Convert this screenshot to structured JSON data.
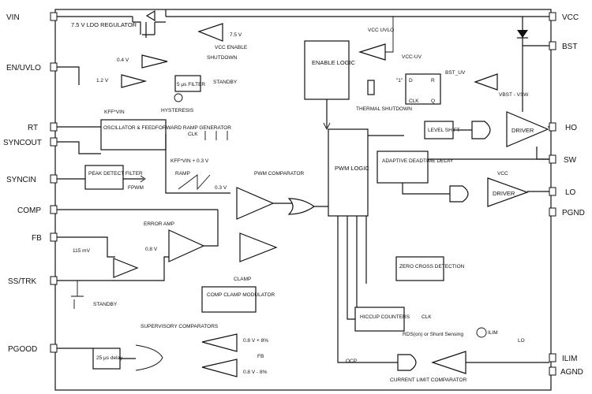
{
  "pins_left": [
    "VIN",
    "EN/UVLO",
    "RT",
    "SYNCOUT",
    "SYNCIN",
    "COMP",
    "FB",
    "SS/TRK",
    "PGOOD"
  ],
  "pins_right": [
    "VCC",
    "BST",
    "HO",
    "SW",
    "LO",
    "PGND",
    "ILIM",
    "AGND"
  ],
  "blocks": {
    "ldo": "7.5 V LDO REGULATOR",
    "vcc_enable": "VCC ENABLE",
    "shutdown": "SHUTDOWN",
    "vcc_uvlo": "VCC UVLO",
    "enable_logic": "ENABLE LOGIC",
    "vcc_uv": "VCC-UV",
    "bst_uv": "BST_UV",
    "thermal_shutdown": "THERMAL SHUTDOWN",
    "standby_top": "STANDBY",
    "filter_5us": "5 μs FILTER",
    "hysteresis": "HYSTERESIS",
    "oscillator": "OSCILLATOR & FEEDFORWARD RAMP GENERATOR",
    "ramp_gain_top": "KFF*VIN",
    "ramp_gain_mid": "KFF*VIN + 0.3 V",
    "clk": "CLK",
    "peak_detect": "PEAK DETECT FILTER",
    "fpwm": "FPWM",
    "ramp": "RAMP",
    "pwm_comparator": "PWM COMPARATOR",
    "pwm_logic": "PWM LOGIC",
    "level_shift": "LEVEL SHIFT",
    "driver_hi": "DRIVER",
    "adaptive_deadtime": "ADAPTIVE DEADTIME DELAY",
    "driver_lo": "DRIVER",
    "vcc_lo": "VCC",
    "error_amp": "ERROR AMP",
    "clamp": "CLAMP",
    "comp_clamp": "COMP CLAMP MODULATOR",
    "zero_cross": "ZERO CROSS DETECTION",
    "standby_bottom": "STANDBY",
    "supervisory": "SUPERVISORY COMPARATORS",
    "delay_25us": "25 μs delay",
    "hiccup": "HICCUP COUNTERS",
    "clk_hiccup": "CLK",
    "rdson": "RDS(on) or Shunt Sensing",
    "ilim_src": "ILIM",
    "lo_small": "LO",
    "ocp": "OCP",
    "current_limit": "CURRENT LIMIT COMPARATOR",
    "fb_sup": "FB",
    "ff_d": "D",
    "ff_r": "R",
    "ff_q": "Q",
    "ff_clk": "CLK",
    "ff_one": "\"1\"",
    "vbst": "VBST - VSW"
  },
  "voltages": {
    "v75": "7.5 V",
    "v04": "0.4 V",
    "v12": "1.2 V",
    "v03": "0.3 V",
    "v08": "0.8 V",
    "v115": "115 mV",
    "pg_hi": "0.8 V + 8%",
    "pg_lo": "0.8 V - 8%"
  },
  "colors": {
    "line": "#111111",
    "background": "#ffffff"
  }
}
